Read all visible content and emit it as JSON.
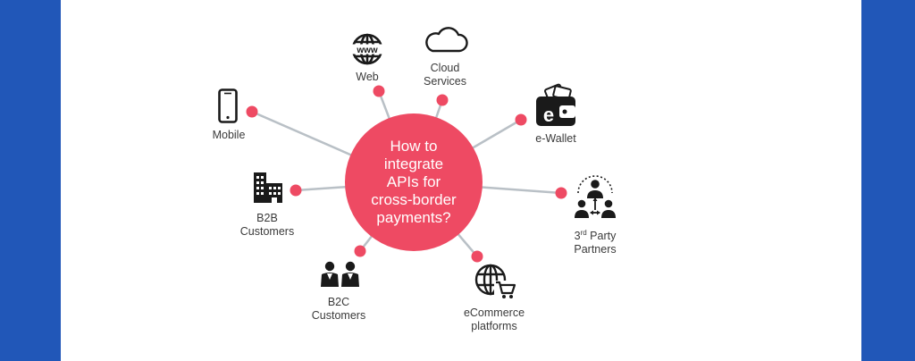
{
  "hub": {
    "text": "How to\nintegrate\nAPIs for\ncross-border\npayments?",
    "color": "#ee4a63"
  },
  "colors": {
    "frame": "#2157b8",
    "panel": "#ffffff",
    "spoke": "#b9c0c6",
    "node": "#ee4a63",
    "icon": "#1a1a1a"
  },
  "nodes": {
    "web": {
      "label": "Web",
      "icon": "www-globe-icon"
    },
    "cloud": {
      "label_line1": "Cloud",
      "label_line2": "Services",
      "icon": "cloud-icon"
    },
    "ewallet": {
      "label": "e-Wallet",
      "icon": "wallet-icon"
    },
    "partners": {
      "label_pre": "3",
      "label_sup": "rd",
      "label_post": " Party",
      "label_line2": "Partners",
      "icon": "partner-network-icon"
    },
    "ecommerce": {
      "label_line1": "eCommerce",
      "label_line2": "platforms",
      "icon": "globe-cart-icon"
    },
    "b2c": {
      "label_line1": "B2C",
      "label_line2": "Customers",
      "icon": "people-icon"
    },
    "b2b": {
      "label_line1": "B2B",
      "label_line2": "Customers",
      "icon": "buildings-icon"
    },
    "mobile": {
      "label": "Mobile",
      "icon": "smartphone-icon"
    }
  }
}
